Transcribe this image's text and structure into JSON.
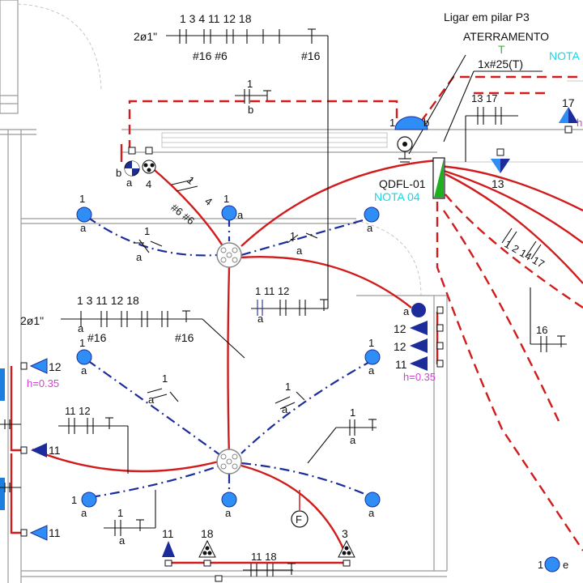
{
  "conduits": {
    "top": {
      "diameter": "2ø1\"",
      "circuits": "1   3   4   11 12  18",
      "gauges": "#16 #6",
      "gauge_right": "#16"
    },
    "mid": {
      "diameter": "2ø1\"",
      "circuits": "1    3   11  12  18",
      "phase": "a",
      "gauges": "#16",
      "gauge_right": "#16"
    }
  },
  "labels": {
    "pillar_note": "Ligar em pilar P3",
    "grounding": "ATERRAMENTO",
    "ground_t": "T",
    "ground_cable": "1x#25(T)",
    "nota_right": "NOTA",
    "panel": "QDFL-01",
    "panel_note": "NOTA 04",
    "fan": "F",
    "circuit_1": "1",
    "phase_a": "a",
    "phase_b": "b",
    "circ_4": "4",
    "circ_3": "3",
    "circ_11": "11",
    "circ_12": "12",
    "circ_13": "13",
    "circ_16": "16",
    "circ_17": "17",
    "circ_18": "18",
    "h_035": "h=0.35",
    "h_short": "h",
    "g6g6": "#6 #6",
    "c1317": "13 17",
    "c121417": "1  2  14 17",
    "c11_12": "11  12",
    "c1_11_12": "1   11  12",
    "c1118": "11 18",
    "a12": "a",
    "e_right": "e"
  },
  "colors": {
    "wire": "#d01c1c",
    "return": "#1c2c9a",
    "lamp": "#2f8ef5",
    "note": "#19d6e6",
    "height": "#d63fd6",
    "ground": "#2fbf2f",
    "panel": "#1fb01f"
  }
}
